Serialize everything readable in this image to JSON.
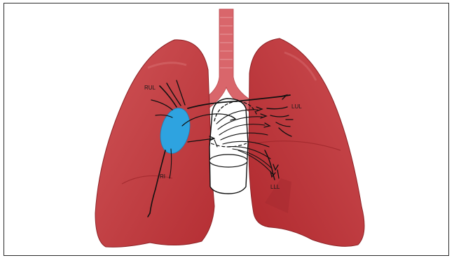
{
  "labels": {
    "rul": "RUL",
    "lul": "LUL",
    "ri": "RI",
    "lll": "LLL"
  },
  "colors": {
    "lung_fill": "#c0393d",
    "lung_dark": "#a3272c",
    "lung_light": "#cf5356",
    "trachea": "#d9666b",
    "lesion": "#2ea3e0",
    "lines": "#111111"
  }
}
